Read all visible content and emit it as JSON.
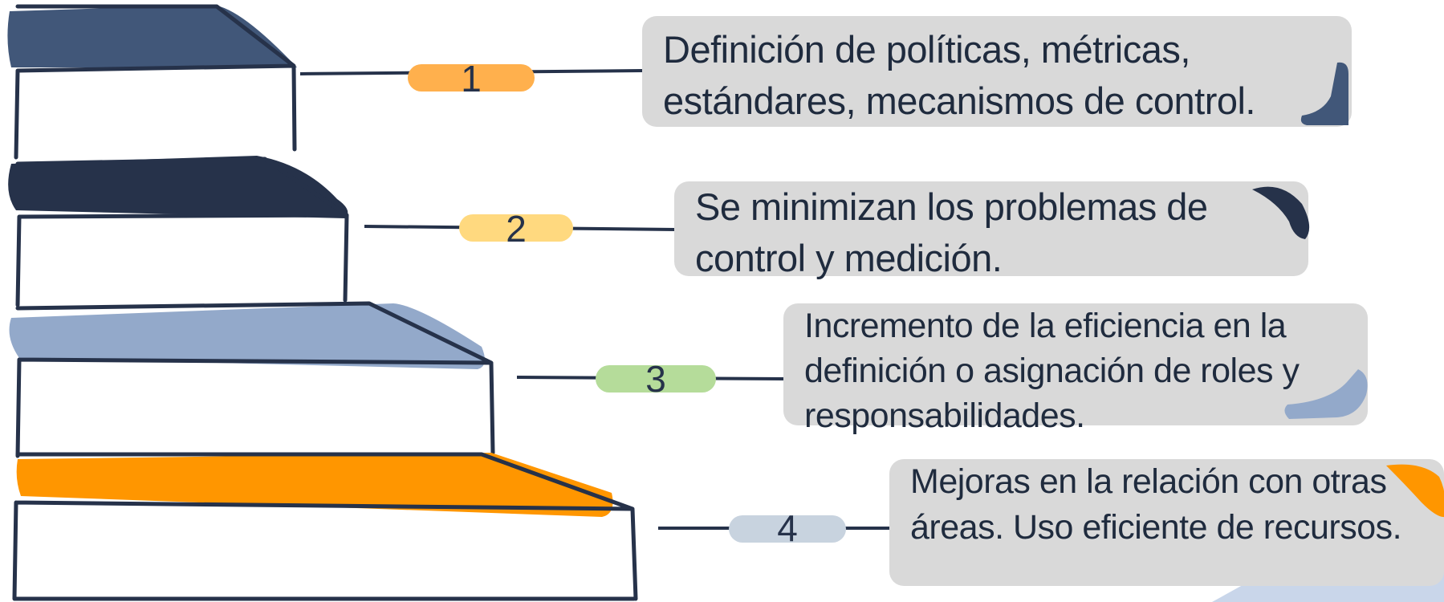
{
  "steps": [
    {
      "number": "1",
      "text": "Definición de políticas, métricas, estándares, mecanismos de control."
    },
    {
      "number": "2",
      "text": "Se minimizan los problemas de control y medición."
    },
    {
      "number": "3",
      "text": "Incremento de la eficiencia en la definición o asignación de roles y responsabilidades."
    },
    {
      "number": "4",
      "text": "Mejoras en la relación con otras áreas. Uso eficiente de recursos."
    }
  ],
  "colors": {
    "outline": "#26324a",
    "callout_bg": "#d9d9d9",
    "step1_top": "#415779",
    "step2_top": "#26324a",
    "step3_top": "#93a9ca",
    "step4_top": "#ff9600",
    "pill1": "#ffb04d",
    "pill2": "#ffd97f",
    "pill3": "#b5dc9a",
    "pill4": "#c8d3df",
    "accent_blue": "#c9d6ea"
  }
}
